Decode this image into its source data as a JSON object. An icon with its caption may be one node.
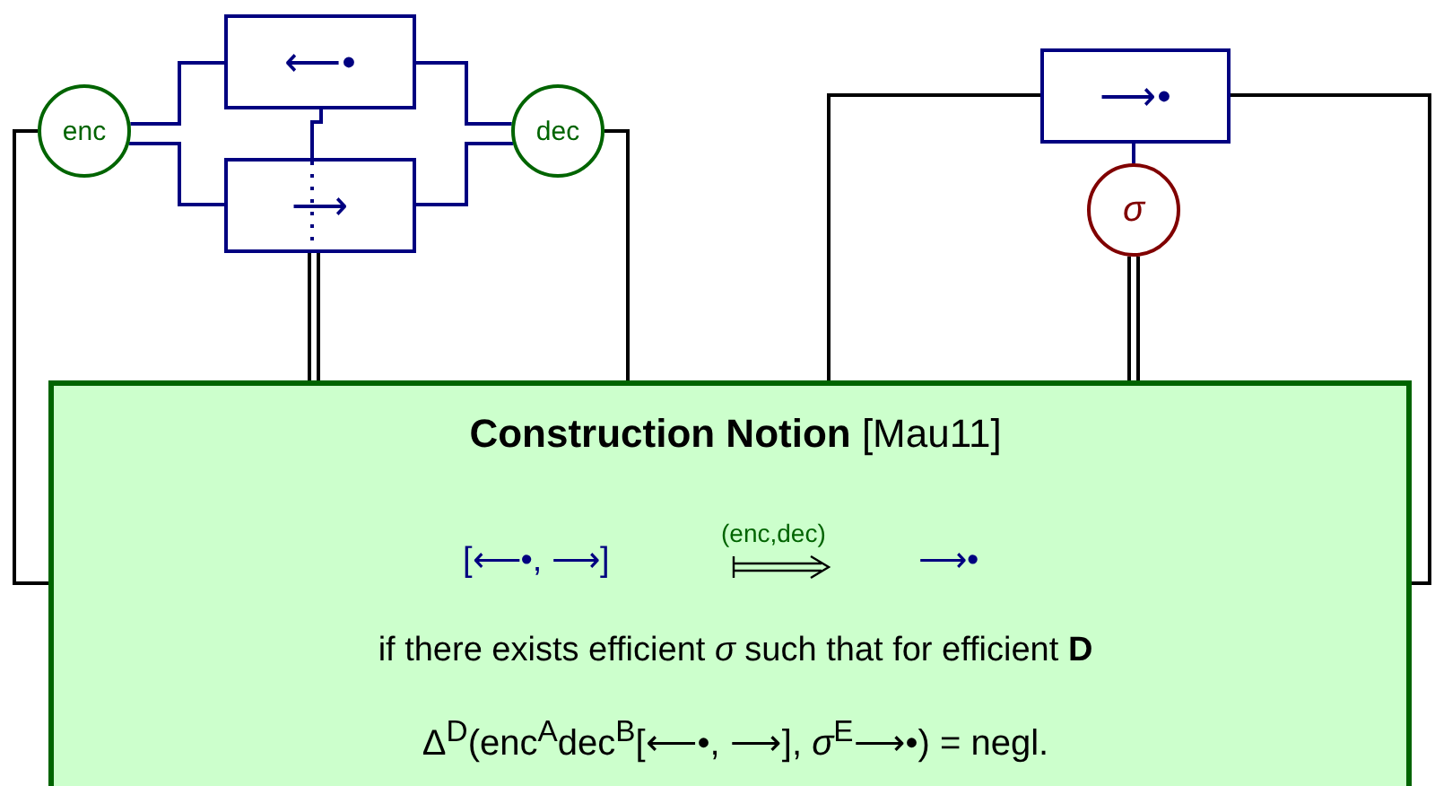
{
  "diagram": {
    "nodes": [
      {
        "text": [
          "enc"
        ]
      },
      {
        "text": [
          "⟵•"
        ]
      },
      {
        "text": [
          "⟶"
        ]
      },
      {
        "text": [
          "dec"
        ]
      },
      {
        "text": [
          "⟶•"
        ]
      },
      {
        "text": [
          "σ"
        ]
      },
      {
        "text": [
          "**Construction Notion** [Mau11]",
          "[⟵•, ⟶]",
          "(enc,dec)",
          "⟶•",
          "if there exists efficient *σ* such that for efficient **D**",
          "Δ$^{D}$(enc$^{A}$dec$^{B}$[⟵•, ⟶], *σ*$^{E}$⟶•) = negl."
        ]
      }
    ],
    "edges": [
      {
        "from": 0,
        "to": 1,
        "arrow": "none"
      },
      {
        "from": 0,
        "to": 2,
        "arrow": "none"
      },
      {
        "from": 1,
        "to": 3,
        "arrow": "none"
      },
      {
        "from": 2,
        "to": 3,
        "arrow": "none"
      },
      {
        "from": 1,
        "to": 2,
        "arrow": "none"
      },
      {
        "from": 2,
        "to": 6,
        "arrow": "none",
        "color": "#000000"
      },
      {
        "from": 0,
        "to": 6,
        "arrow": "none",
        "color": "#000000"
      },
      {
        "from": 3,
        "to": 6,
        "arrow": "none",
        "color": "#000000"
      },
      {
        "from": 4,
        "to": 6,
        "arrow": "none",
        "color": "#000000"
      },
      {
        "from": 4,
        "to": 6,
        "arrow": "none",
        "color": "#000000"
      },
      {
        "from": 4,
        "to": 5,
        "arrow": "none"
      },
      {
        "from": 5,
        "to": 6,
        "arrow": "none",
        "color": "#000000"
      }
    ]
  }
}
